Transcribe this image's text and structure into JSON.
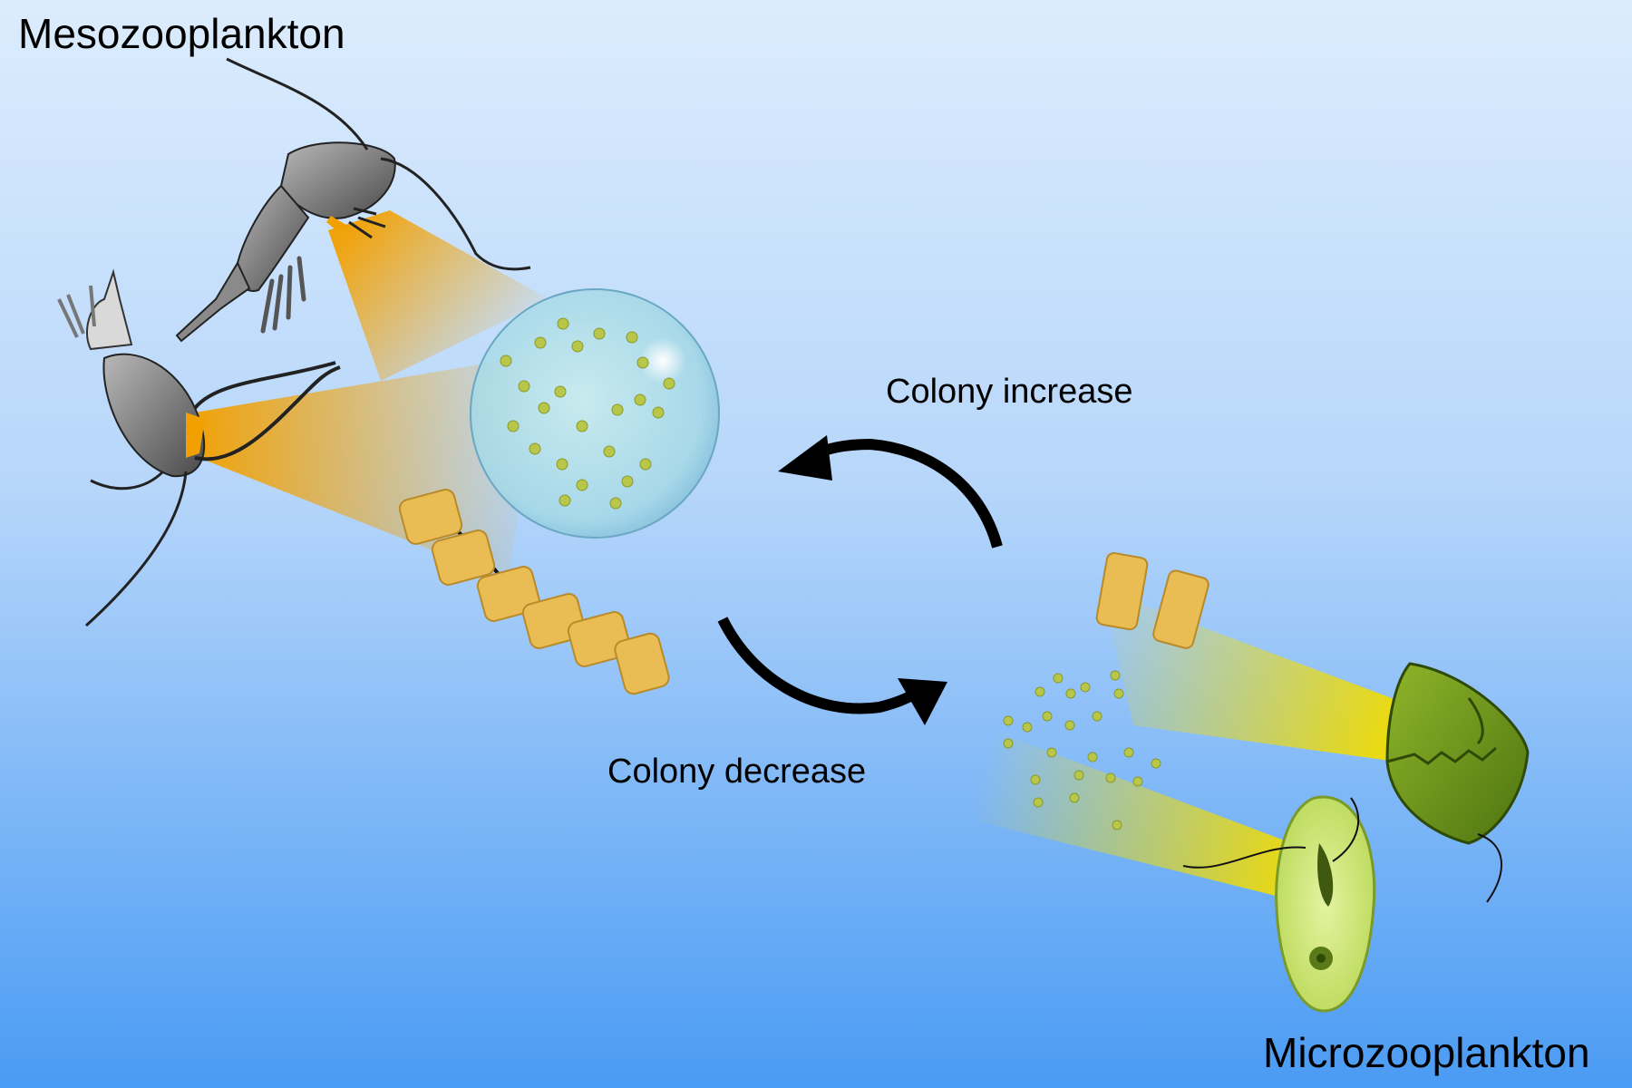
{
  "labels": {
    "mesozooplankton": "Mesozooplankton",
    "microzooplankton": "Microzooplankton",
    "colony_increase": "Colony increase",
    "colony_decrease": "Colony decrease"
  },
  "colors": {
    "background_top": "#dcecfd",
    "background_bottom": "#4a9bf4",
    "feeding_beam_orange": "#f2a000",
    "feeding_beam_yellow": "#f2dc00",
    "diatom_cell": "#e9bd53",
    "colony_sphere": "#a4d8e6",
    "colony_cell": "#b8c64a",
    "ciliate_green": "#6f9a18",
    "dinoflagellate_green": "#c6df62",
    "copepod_gray": "#7a7a7a",
    "arrow_black": "#000000"
  },
  "icons": [
    "copepod-icon",
    "cladoceran-icon",
    "colonial-sphere-icon",
    "diatom-chain-icon",
    "ciliate-icon",
    "dinoflagellate-icon",
    "curved-arrow-icon"
  ]
}
